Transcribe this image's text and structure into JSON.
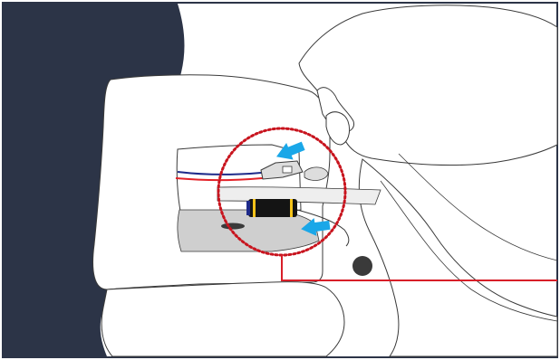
{
  "figure": {
    "colors": {
      "frame": "#2c3447",
      "background": "#ffffff",
      "outline": "#3a3a3a",
      "highlight_circle": "#c8141e",
      "leader_line": "#d81e28",
      "arrow": "#1aa7e8",
      "cable_red": "#e32228",
      "cable_blue": "#1e2a8a",
      "connector_body": "#141414",
      "connector_band": "#f4c21a",
      "shaded_area": "#cfcfcf",
      "dark_spot": "#3a3a3a"
    },
    "arrows": [
      {
        "name": "upper-arrow",
        "direction": "down-left"
      },
      {
        "name": "lower-arrow",
        "direction": "left"
      }
    ],
    "icons": [
      "arrow-left-icon",
      "zoom-circle-icon"
    ]
  }
}
